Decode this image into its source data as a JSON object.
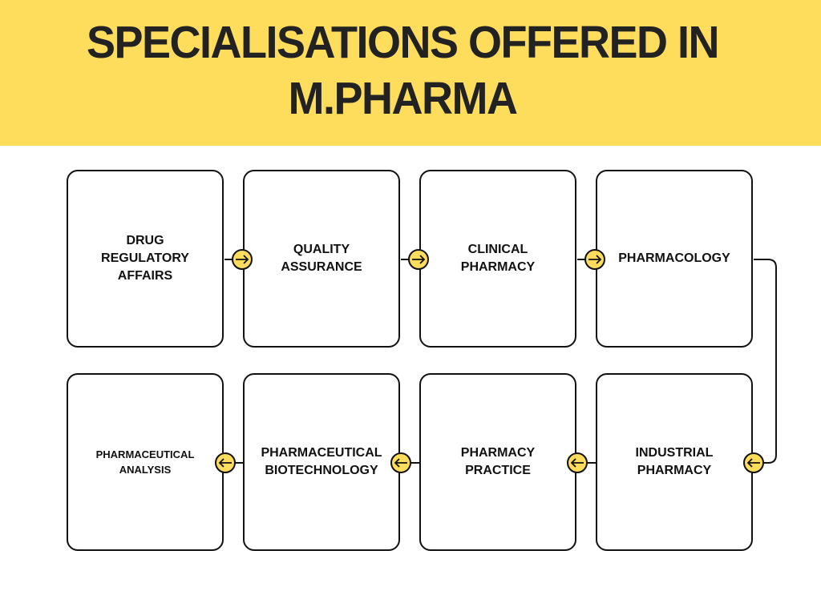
{
  "header": {
    "title_line1": "SPECIALISATIONS OFFERED IN",
    "title_line2": "M.PHARMA",
    "background_color": "#fedd5d"
  },
  "flow": {
    "connector_color": "#fedd5d",
    "boxes": [
      {
        "label": "DRUG\nREGULATORY\nAFFAIRS"
      },
      {
        "label": "QUALITY\nASSURANCE"
      },
      {
        "label": "CLINICAL\nPHARMACY"
      },
      {
        "label": "PHARMACOLOGY"
      },
      {
        "label": "INDUSTRIAL\nPHARMACY"
      },
      {
        "label": "PHARMACY\nPRACTICE"
      },
      {
        "label": "PHARMACEUTICAL\nBIOTECHNOLOGY"
      },
      {
        "label": "PHARMACEUTICAL\nANALYSIS"
      }
    ],
    "order": [
      "DRUG REGULATORY AFFAIRS",
      "QUALITY ASSURANCE",
      "CLINICAL PHARMACY",
      "PHARMACOLOGY",
      "INDUSTRIAL PHARMACY",
      "PHARMACY PRACTICE",
      "PHARMACEUTICAL BIOTECHNOLOGY",
      "PHARMACEUTICAL ANALYSIS"
    ]
  }
}
